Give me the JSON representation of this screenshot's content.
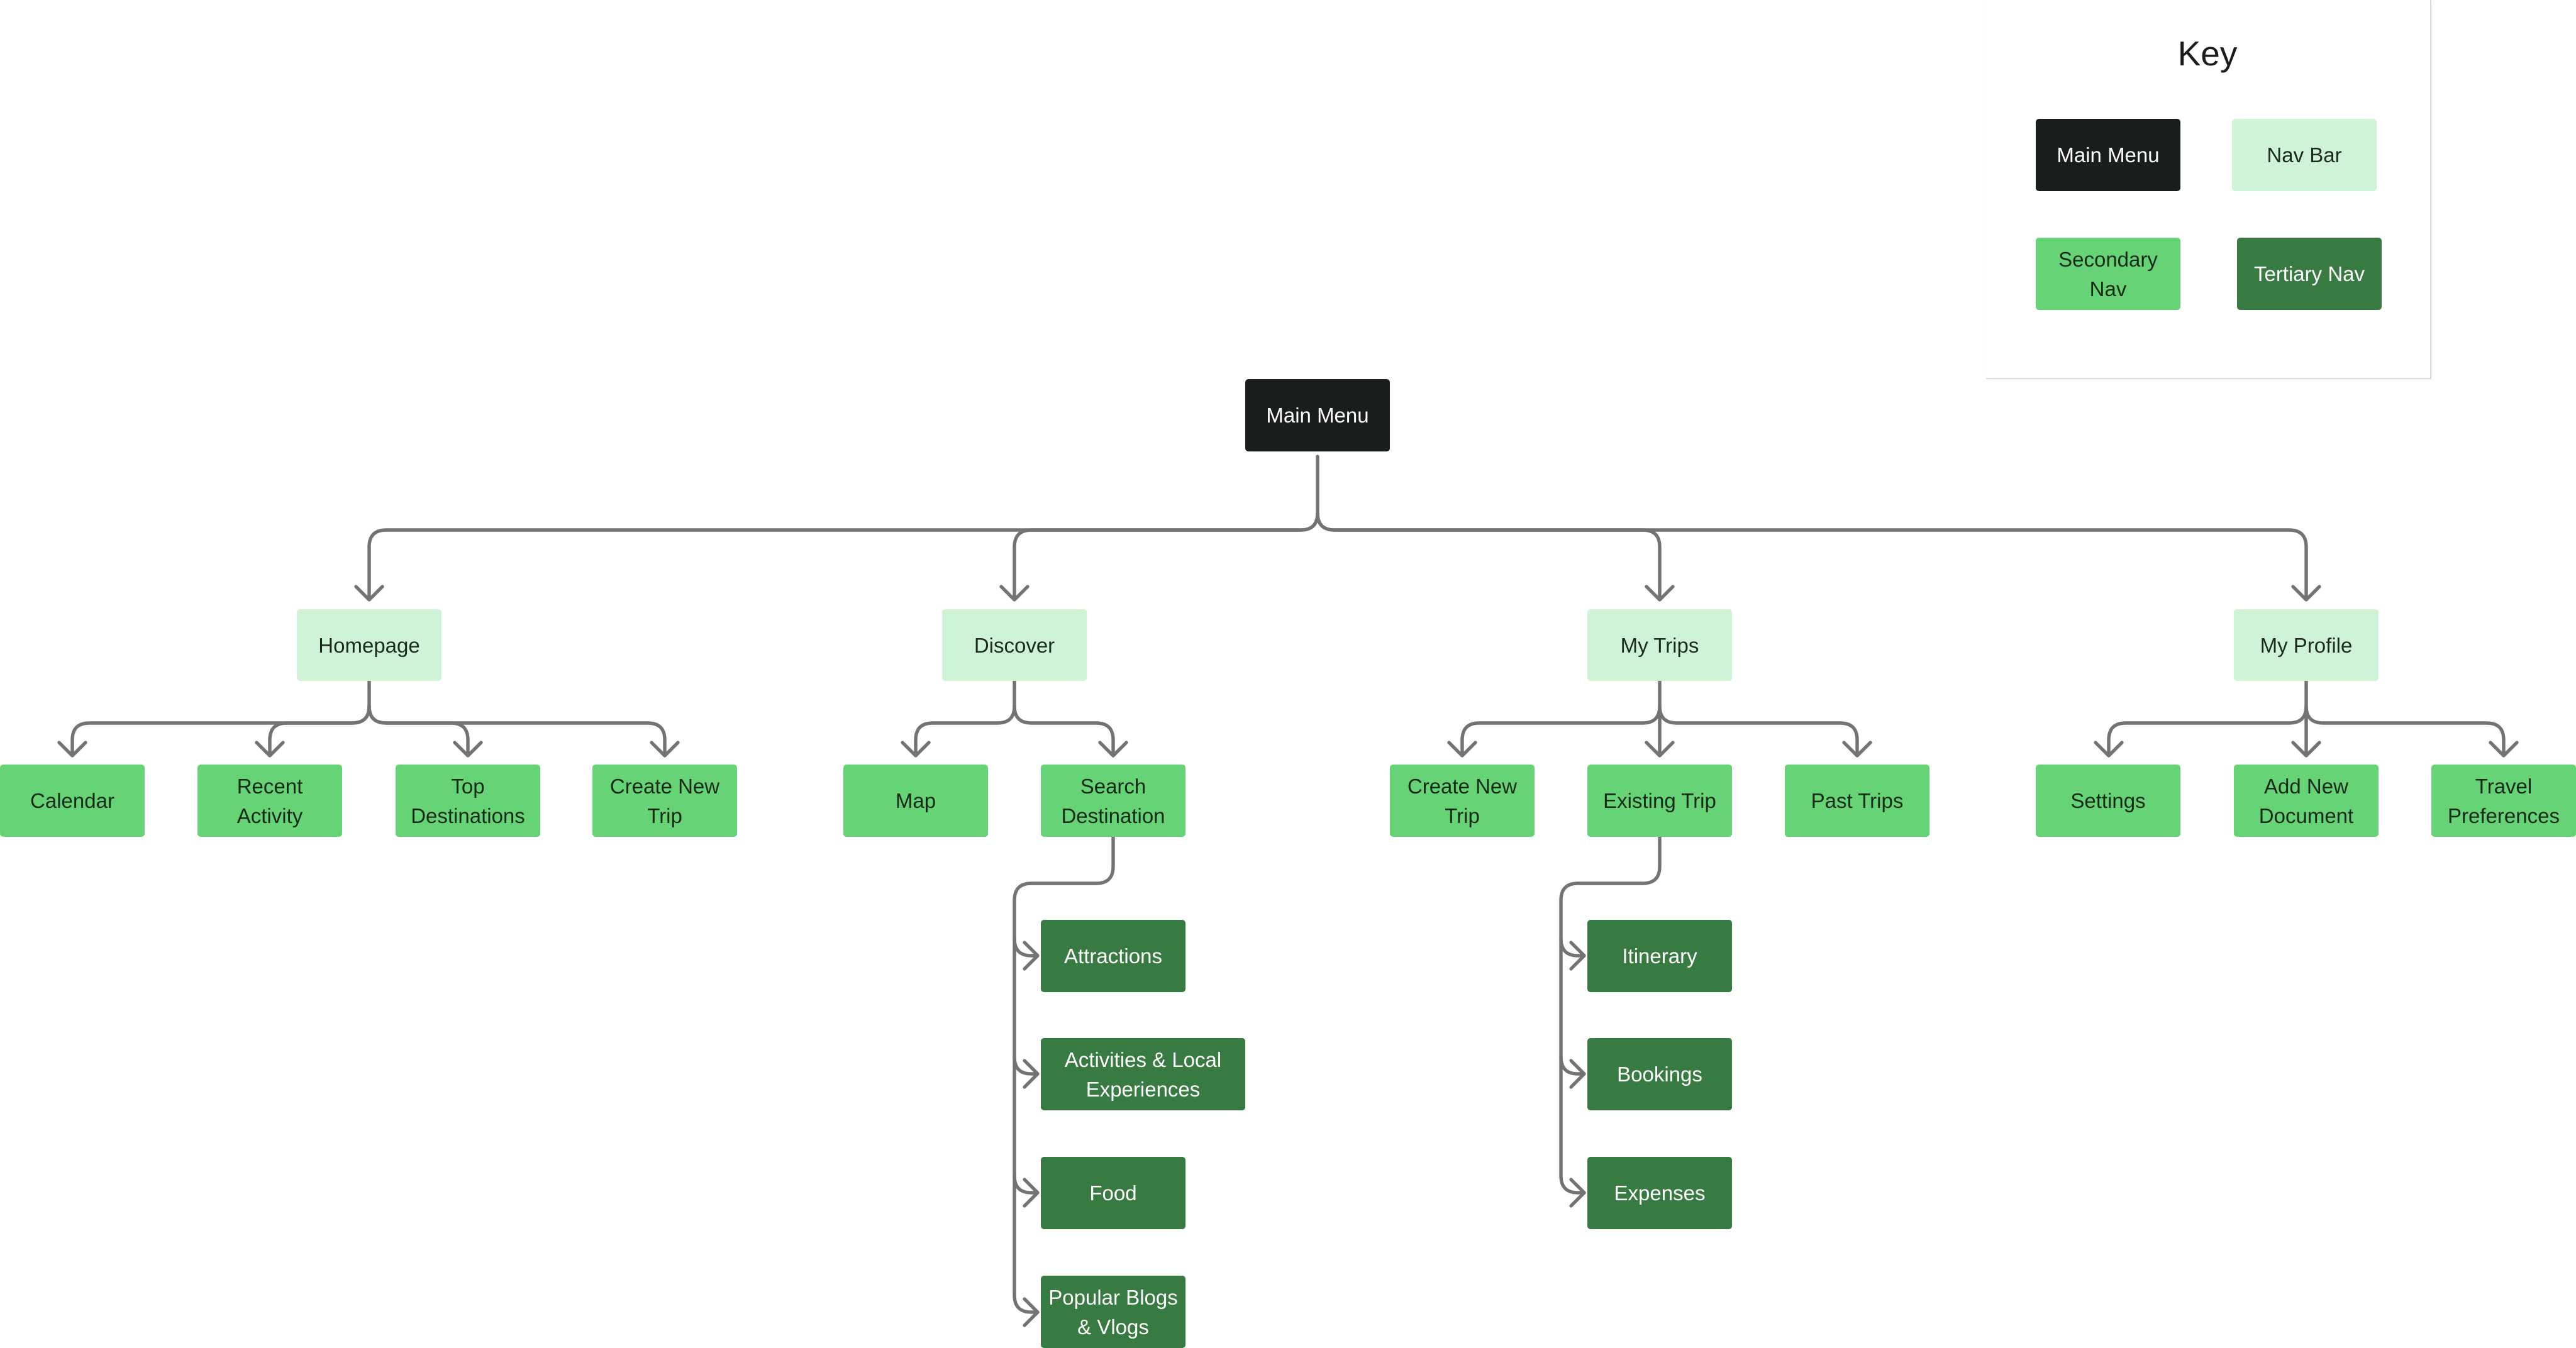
{
  "colors": {
    "main_menu": "#1a1e1a",
    "nav_bar": "#cff3d6",
    "secondary_nav": "#66d476",
    "tertiary_nav": "#387b42",
    "connector": "#737373"
  },
  "key": {
    "title": "Key",
    "items": {
      "main_menu": "Main Menu",
      "nav_bar": "Nav Bar",
      "secondary_nav": "Secondary Nav",
      "tertiary_nav": "Tertiary Nav"
    }
  },
  "tree": {
    "root": "Main Menu",
    "nav": {
      "homepage": "Homepage",
      "discover": "Discover",
      "my_trips": "My Trips",
      "my_profile": "My Profile"
    },
    "homepage_children": [
      "Calendar",
      "Recent Activity",
      "Top Destinations",
      "Create New Trip"
    ],
    "discover_children": [
      "Map",
      "Search Destination"
    ],
    "search_destination_children": [
      "Attractions",
      "Activities & Local Experiences",
      "Food",
      "Popular Blogs & Vlogs"
    ],
    "my_trips_children": [
      "Create New Trip",
      "Existing Trip",
      "Past Trips"
    ],
    "existing_trip_children": [
      "Itinerary",
      "Bookings",
      "Expenses"
    ],
    "my_profile_children": [
      "Settings",
      "Add New Document",
      "Travel Preferences"
    ]
  }
}
